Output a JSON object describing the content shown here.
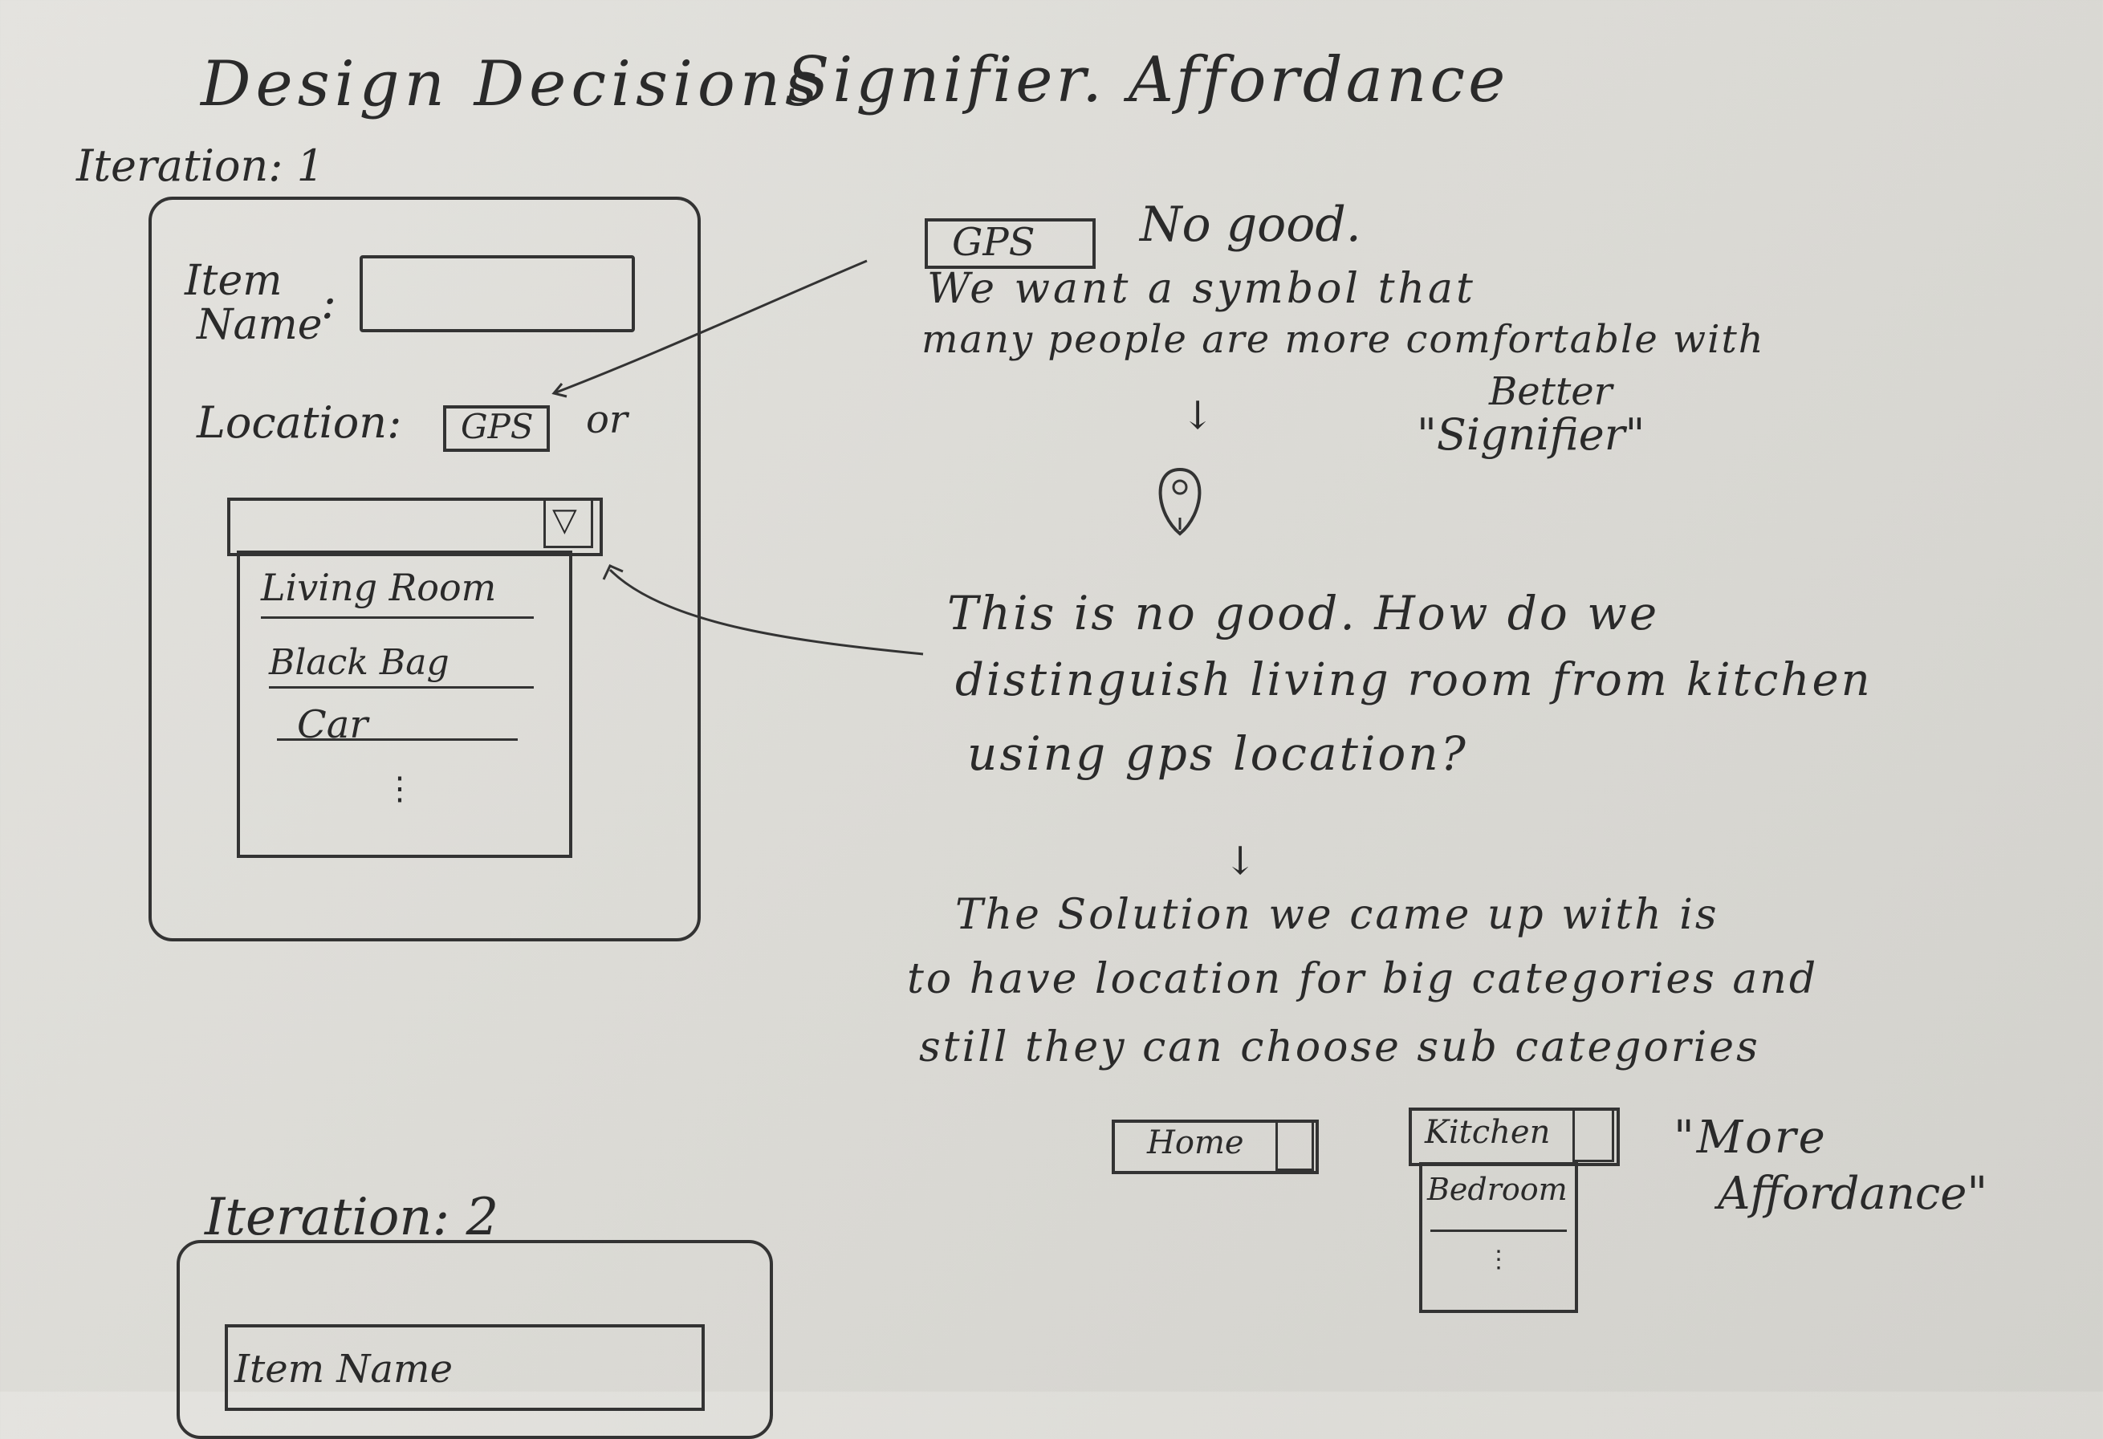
{
  "header": {
    "title": "Design Decisions",
    "terms": "Signifier. Affordance"
  },
  "iteration1": {
    "label": "Iteration: 1",
    "form": {
      "item_name_label_line1": "Item",
      "item_name_label_line2": "Name",
      "item_name_colon": ":",
      "location_label": "Location:",
      "gps_button": "GPS",
      "or_text": "or",
      "dropdown_arrow": "▽",
      "dropdown_items": [
        "Living Room",
        "Black Bag",
        "Car"
      ],
      "ellipsis": "⋮"
    }
  },
  "notes": {
    "gps_label": "GPS",
    "no_good": "No good.",
    "want_symbol": "We want a symbol that",
    "comfortable": "many people are more comfortable with",
    "down_arrow": "↓",
    "better": "Better",
    "better_signifier": "\"Signifier\"",
    "pin_icon": "map-pin",
    "this_no_good": "This is no good. How do we",
    "distinguish": "distinguish living room from kitchen",
    "using_gps": "using gps location?",
    "down_arrow2": "↓",
    "solution_1": "The Solution we came up with is",
    "solution_2": "to have location for big categories and",
    "solution_3": "still they can choose sub categories",
    "home_dropdown": "Home",
    "kitchen_dropdown": "Kitchen",
    "bedroom_item": "Bedroom",
    "sub_ellipsis": "⋮",
    "more_affordance_1": "\"More",
    "more_affordance_2": "Affordance\""
  },
  "iteration2": {
    "label": "Iteration: 2",
    "item_name": "Item Name"
  }
}
